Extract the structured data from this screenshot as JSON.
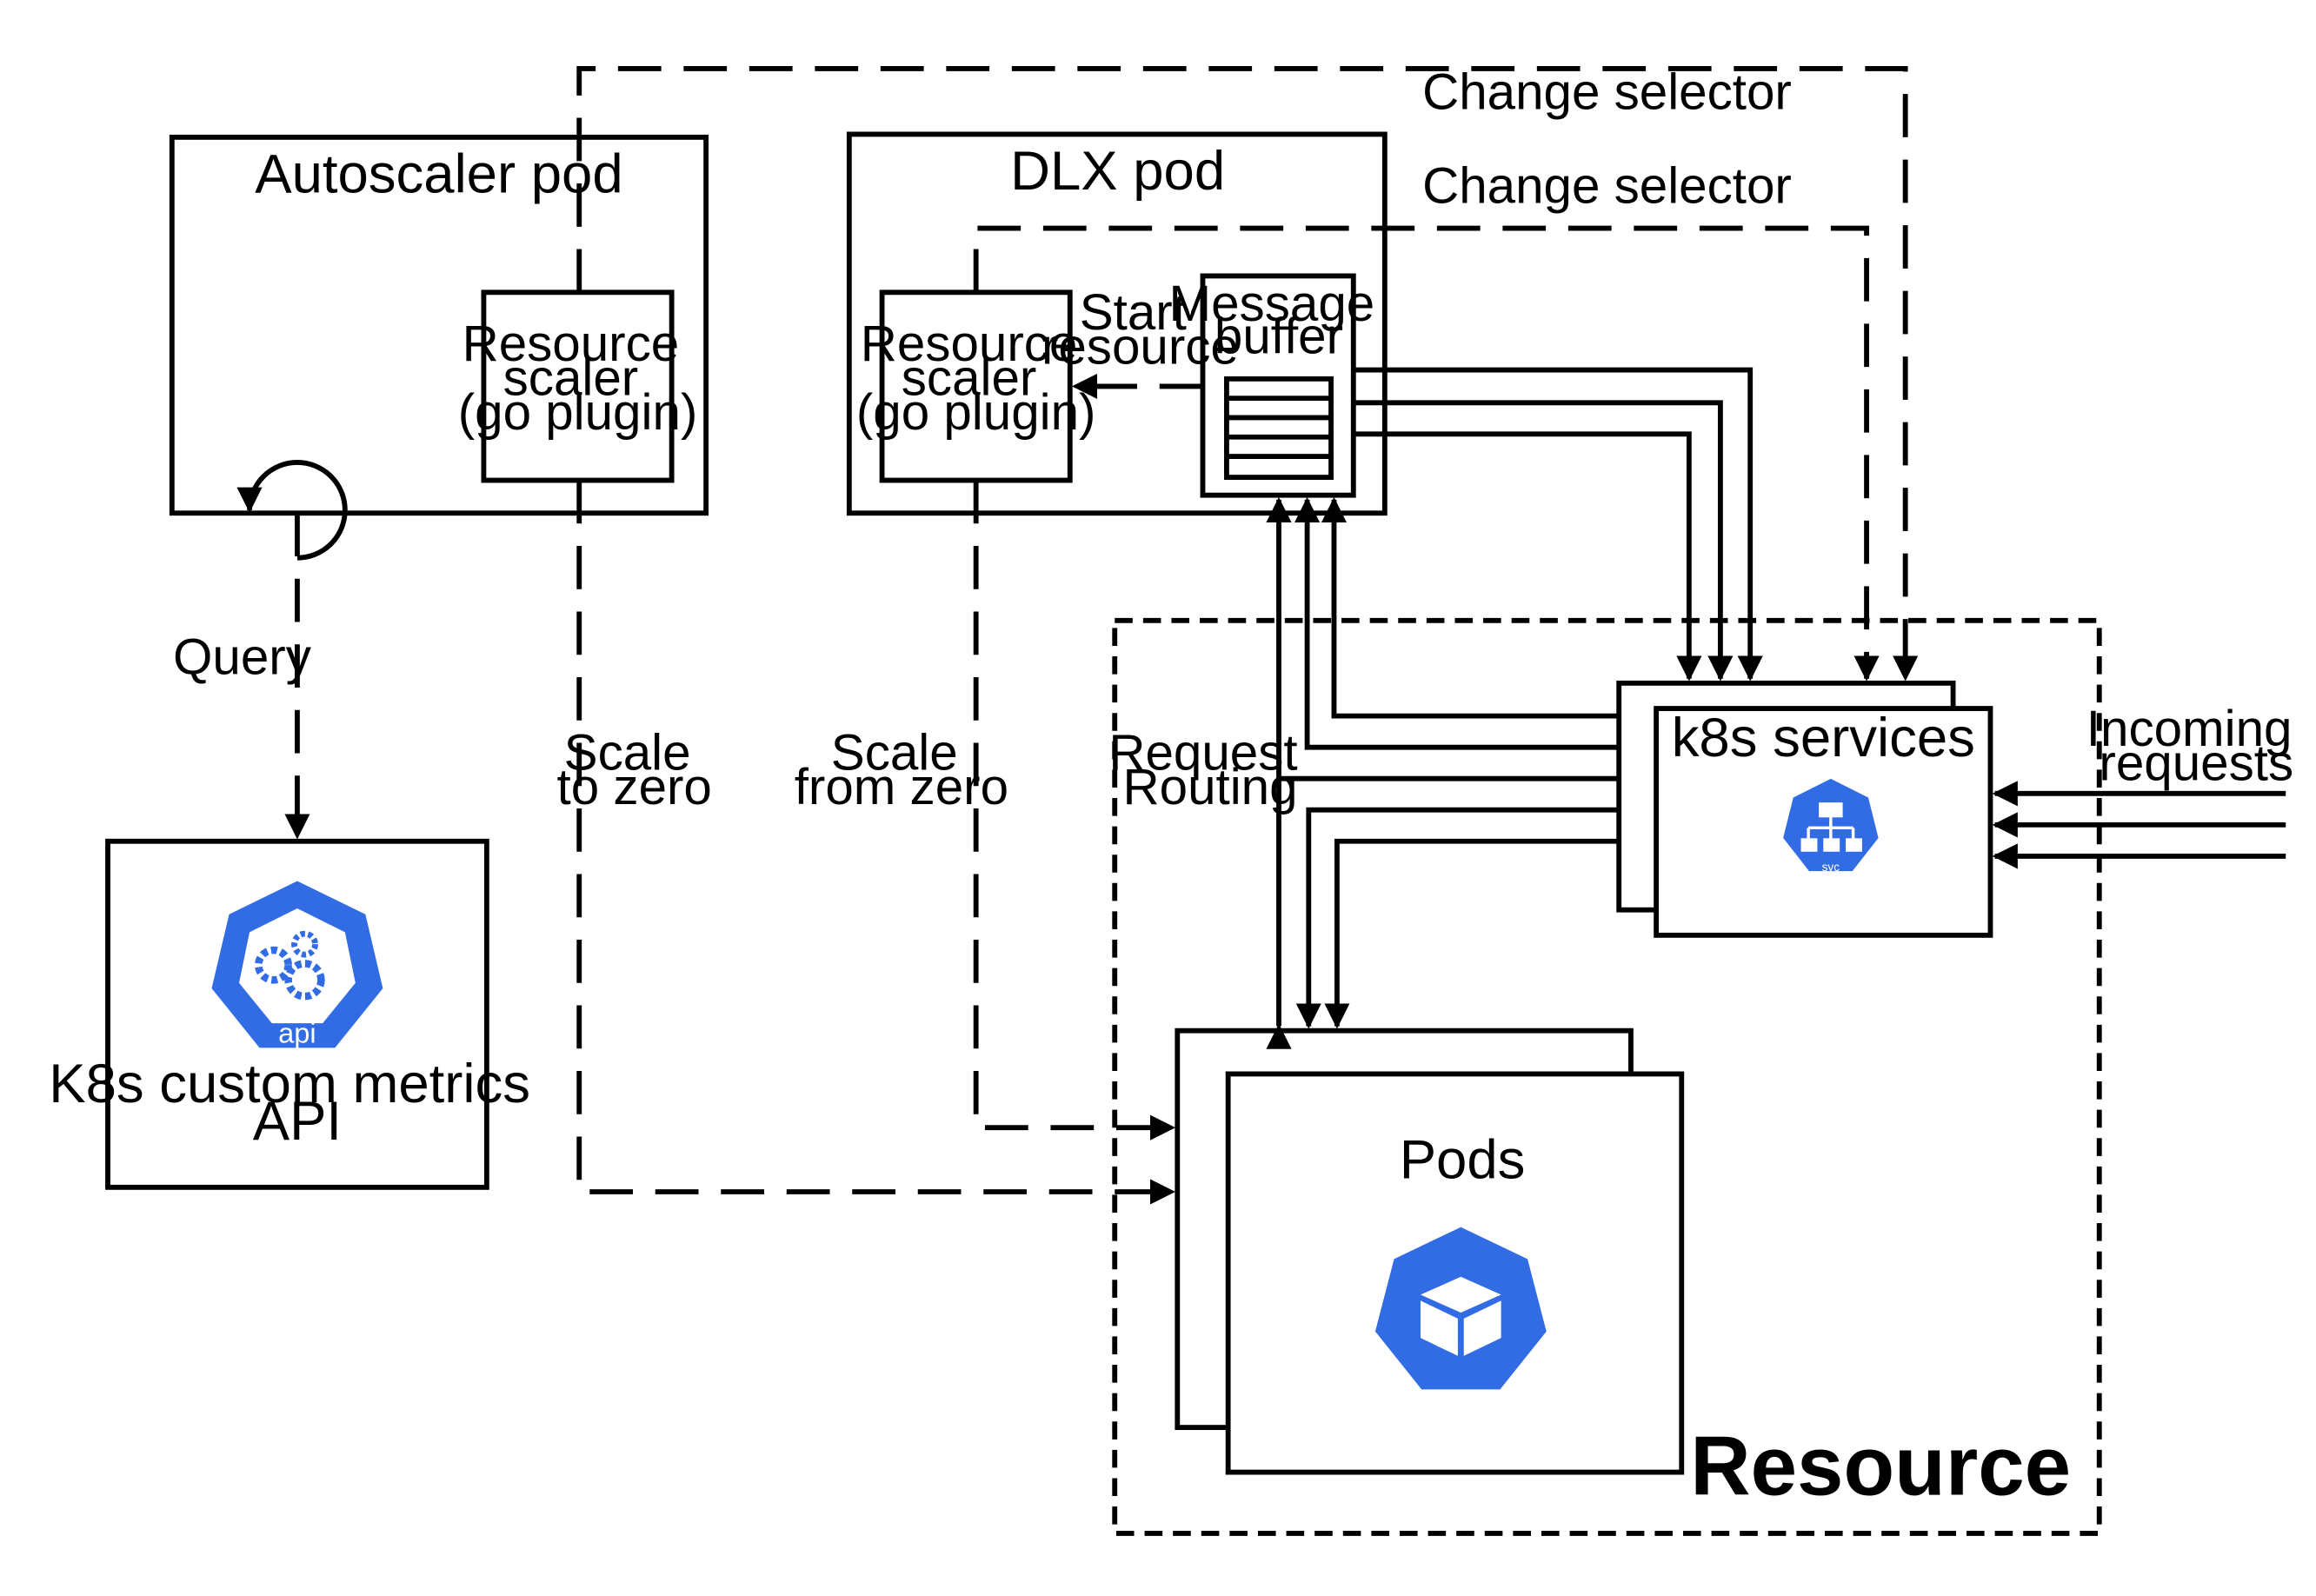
{
  "autoscaler_pod": {
    "title": "Autoscaler pod",
    "resource_scaler": [
      "Resource",
      "scaler",
      "(go plugin)"
    ]
  },
  "dlx_pod": {
    "title": "DLX pod",
    "resource_scaler": [
      "Resource",
      "scaler",
      "(go plugin)"
    ],
    "message_buffer": [
      "Message",
      "buffer"
    ]
  },
  "metrics_api": {
    "lines": [
      "K8s custom metrics",
      "API"
    ],
    "icon_label": "api"
  },
  "k8s_services": {
    "title": "k8s services",
    "icon_label": "svc"
  },
  "pods": {
    "title": "Pods"
  },
  "resource": {
    "title": "Resource"
  },
  "edges": {
    "change_selector_top": "Change selector",
    "change_selector_inner": "Change selector",
    "start_resource": [
      "Start",
      "resource"
    ],
    "query": "Query",
    "scale_to_zero": [
      "Scale",
      "to zero"
    ],
    "scale_from_zero": [
      "Scale",
      "from zero"
    ],
    "request_routing": [
      "Request",
      "Routing"
    ],
    "incoming_requests": [
      "Incoming",
      "requests"
    ]
  },
  "colors": {
    "k8s_blue": "#326CE5",
    "line": "#000000",
    "background": "#ffffff"
  }
}
